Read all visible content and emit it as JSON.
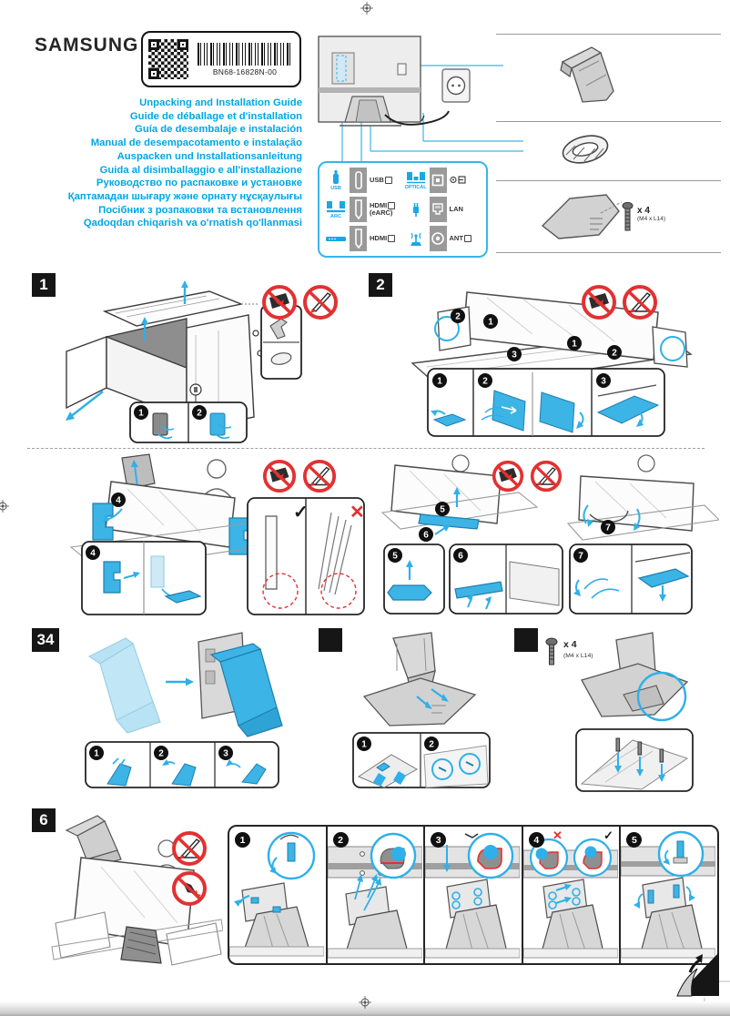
{
  "page": {
    "brand": "SAMSUNG",
    "barcode_text": "BN68-16828N-00",
    "titles": [
      "Unpacking and Installation Guide",
      "Guide de déballage et d'installation",
      "Guía de desembalaje e instalación",
      "Manual de desempacotamento e instalação",
      "Auspacken und Installationsanleitung",
      "Guida al disimballaggio e all'installazione",
      "Руководство по распаковке и установке",
      "Қаптамадан шығару және орнату нұсқаулығы",
      "Посібник з розпаковки та встановлення",
      "Qadoqdan chiqarish va o'rnatish qo'llanmasi"
    ]
  },
  "connector_panel": {
    "usb_icon_label": "USB",
    "usb_port_label": "USB",
    "optical_icon_label": "OPTICAL",
    "arc_icon_label": "ARC",
    "hdmi_earc_label": "HDMI",
    "hdmi_earc_sub": "(eARC)",
    "lan_label": "LAN",
    "hdmi2_label": "HDMI",
    "ant_label": "ANT"
  },
  "accessories": {
    "screw_qty": "x 4",
    "screw_spec": "(M4 x L14)"
  },
  "badges": {
    "s1": "1",
    "s2": "2",
    "s34": "34",
    "s4": "",
    "s5": "",
    "s6": "6"
  },
  "steps": {
    "n1": "1",
    "n2": "2",
    "n3": "3",
    "n4": "4",
    "n5": "5",
    "n6": "6",
    "n7": "7"
  },
  "marks": {
    "check": "✓",
    "cross": "✕"
  }
}
